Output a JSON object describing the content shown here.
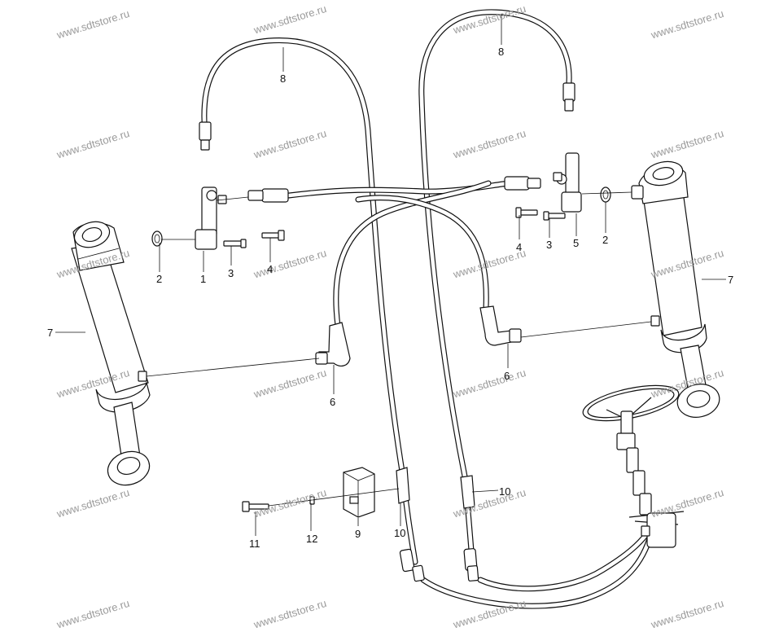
{
  "watermark": "www.sdtstore.ru",
  "callouts": {
    "c1": "1",
    "c2_left": "2",
    "c2_right": "2",
    "c3_left": "3",
    "c3_right": "3",
    "c4_left": "4",
    "c4_right": "4",
    "c5": "5",
    "c6_left": "6",
    "c6_right": "6",
    "c7_left": "7",
    "c7_right": "7",
    "c8_left": "8",
    "c8_right": "8",
    "c9": "9",
    "c10_left": "10",
    "c10_right": "10",
    "c11": "11",
    "c12": "12"
  },
  "colors": {
    "line": "#111111",
    "watermark": "#9a9a9a",
    "background": "#ffffff"
  }
}
